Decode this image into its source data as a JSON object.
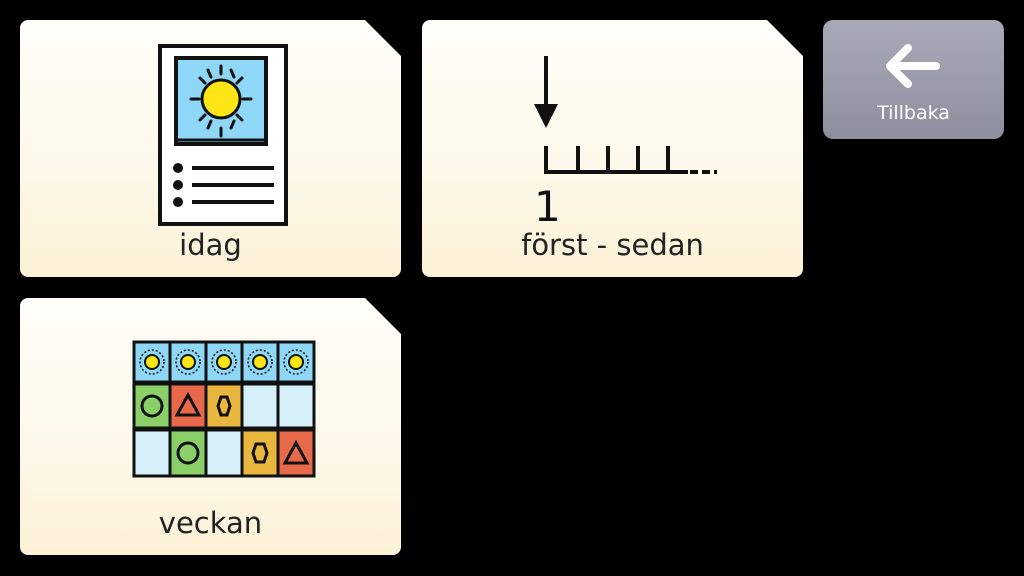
{
  "cards": [
    {
      "label": "idag",
      "icon": "daily-schedule-icon"
    },
    {
      "label": "först - sedan",
      "icon": "first-then-timeline-icon",
      "number": "1"
    },
    {
      "label": "veckan",
      "icon": "weekly-schedule-icon"
    }
  ],
  "back_button": {
    "label": "Tillbaka",
    "icon": "arrow-left-icon"
  },
  "colors": {
    "background": "#000000",
    "card_top": "#fffef9",
    "card_bottom": "#fbf1d6",
    "back_button": "#9c9dab",
    "sun": "#fde516",
    "sky": "#8fd7f7",
    "green": "#8bcf68",
    "orange": "#e8684a",
    "yellow": "#e9b63e",
    "light_blue": "#d5f0f8"
  }
}
